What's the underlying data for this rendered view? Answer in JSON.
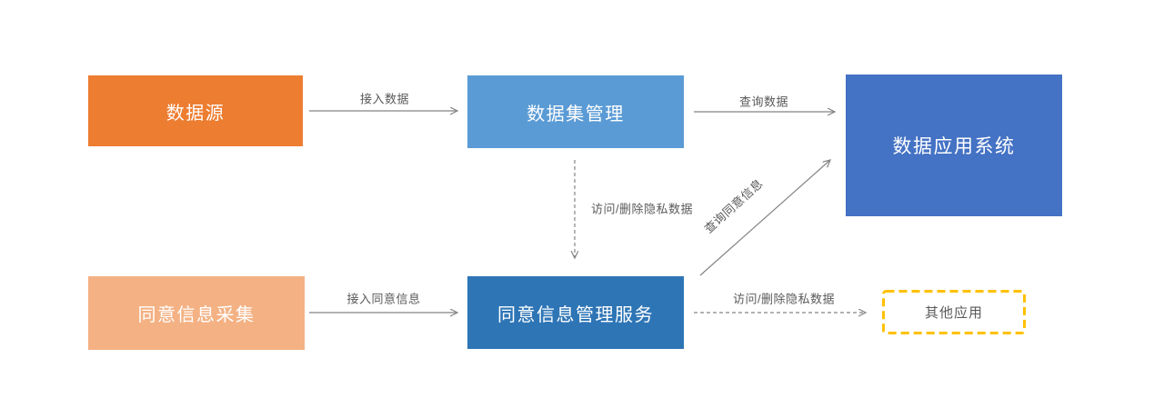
{
  "diagram": {
    "boxes": [
      {
        "label": "数据源",
        "color": "#ED7D31",
        "text_color": "#FFFFFF"
      },
      {
        "label": "数据集管理",
        "color": "#5B9BD5",
        "text_color": "#FFFFFF"
      },
      {
        "label": "数据应用系统",
        "color": "#4472C4",
        "text_color": "#FFFFFF"
      },
      {
        "label": "同意信息采集",
        "color": "#F4B183",
        "text_color": "#FFFFFF"
      },
      {
        "label": "同意信息管理服务",
        "color": "#2E75B6",
        "text_color": "#FFFFFF"
      },
      {
        "label": "其他应用",
        "color": "#FFFFFF",
        "border_color": "#FFC000",
        "text_color": "#595959"
      }
    ],
    "arrows": [
      {
        "label": "接入数据",
        "from": "数据源",
        "to": "数据集管理",
        "style": "solid"
      },
      {
        "label": "查询数据",
        "from": "数据集管理",
        "to": "数据应用系统",
        "style": "solid"
      },
      {
        "label": "访问/删除隐私数据",
        "from": "数据集管理",
        "to": "同意信息管理服务",
        "style": "dashed"
      },
      {
        "label": "接入同意信息",
        "from": "同意信息采集",
        "to": "同意信息管理服务",
        "style": "solid"
      },
      {
        "label": "查询同意信息",
        "from": "同意信息管理服务",
        "to": "数据应用系统",
        "style": "solid"
      },
      {
        "label": "访问/删除隐私数据",
        "from": "同意信息管理服务",
        "to": "其他应用",
        "style": "dashed"
      }
    ],
    "colors": {
      "line": "#848484",
      "label_text": "#595959",
      "background": "#FFFFFF"
    }
  }
}
